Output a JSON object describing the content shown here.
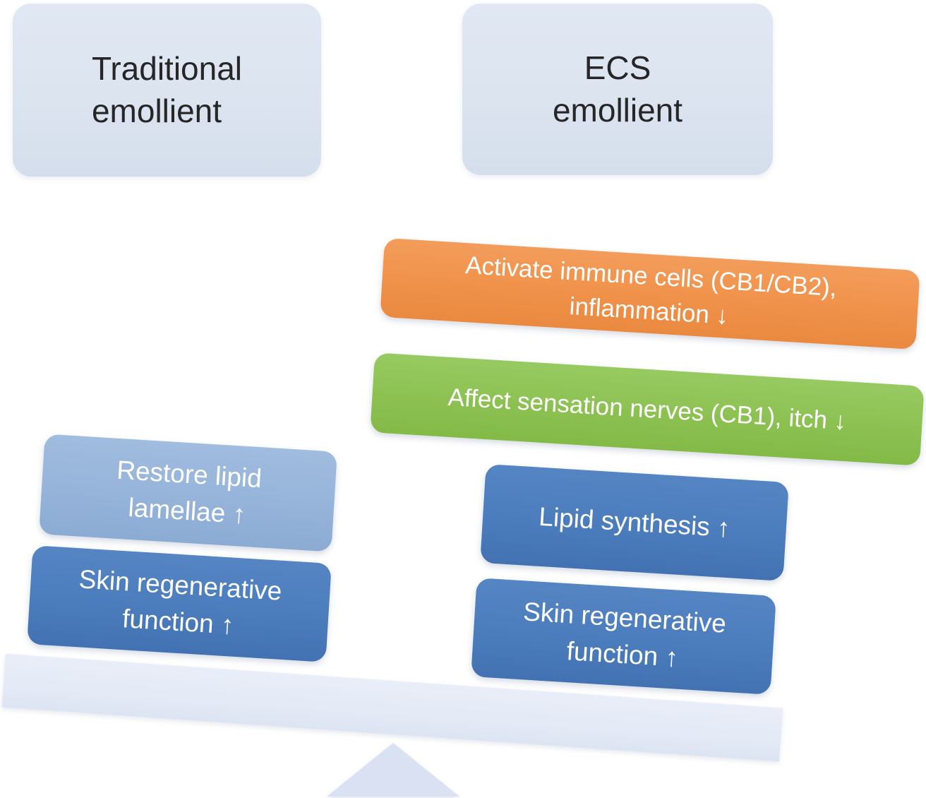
{
  "figure": {
    "title_semantic": "Balance comparison of traditional emollient vs ECS emollient benefits",
    "left": {
      "header": "Traditional\nemollient",
      "boxes": [
        {
          "id": "restore-lipid",
          "label": "Restore lipid\nlamellae ↑",
          "color": "#96b4da"
        },
        {
          "id": "skin-regenerative-left",
          "label": "Skin regenerative\nfunction ↑",
          "color": "#4b7cbc"
        }
      ]
    },
    "right": {
      "header": "ECS\nemollient",
      "boxes": [
        {
          "id": "activate-immune",
          "label": "Activate immune cells (CB1/CB2),\ninflammation ↓",
          "color": "#f0914a"
        },
        {
          "id": "affect-sensation",
          "label": "Affect sensation nerves (CB1), itch ↓",
          "color": "#8cc152"
        },
        {
          "id": "lipid-synthesis",
          "label": "Lipid synthesis ↑",
          "color": "#4b7cbc"
        },
        {
          "id": "skin-regenerative-right",
          "label": "Skin regenerative\nfunction ↑",
          "color": "#4b7cbc"
        }
      ]
    },
    "balance": {
      "beam_color": "#e4eaf6",
      "fulcrum_color": "#d9e1f2",
      "tilt_direction": "right side down"
    },
    "colors": {
      "header_bg": "#dce4f0",
      "header_text": "#262626",
      "box_text": "#ffffff"
    }
  }
}
